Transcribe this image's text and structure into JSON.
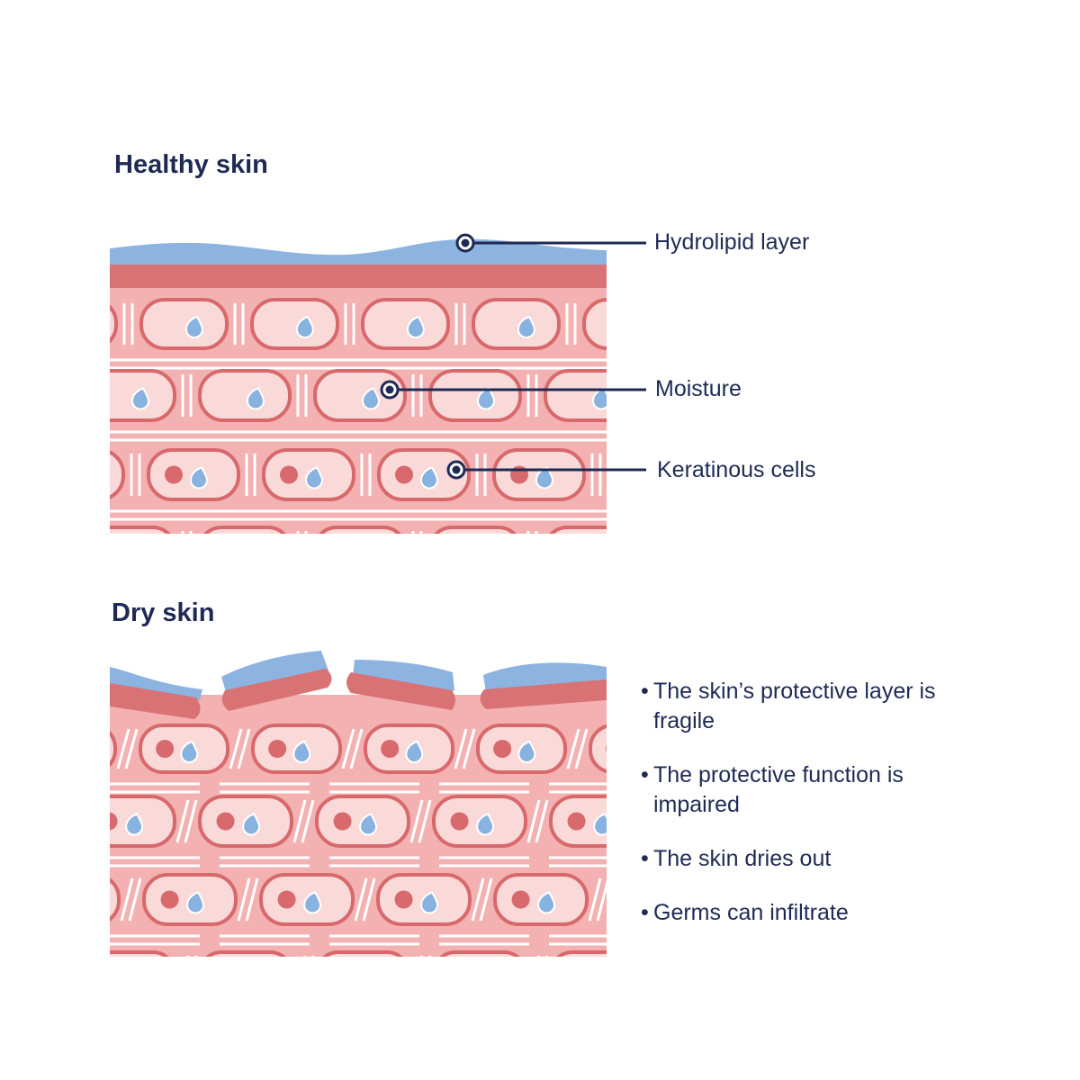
{
  "healthy": {
    "title": "Healthy skin",
    "labels": {
      "hydrolipid": "Hydrolipid layer",
      "moisture": "Moisture",
      "keratinous": "Keratinous cells"
    }
  },
  "dry": {
    "title": "Dry skin",
    "bullets": [
      "The skin’s protective layer is fragile",
      "The protective function is impaired",
      "The skin dries out",
      "Germs can infiltrate"
    ]
  },
  "colors": {
    "text": "#1f2a54",
    "hydrolipid": "#8db3e1",
    "stratum": "#d97274",
    "tissue": "#f4b1b1",
    "cell_fill": "#fad9d9",
    "cell_outline": "#d7696c",
    "nucleus": "#d86a6d",
    "drop": "#88b2df",
    "fiber": "#ffffff"
  }
}
